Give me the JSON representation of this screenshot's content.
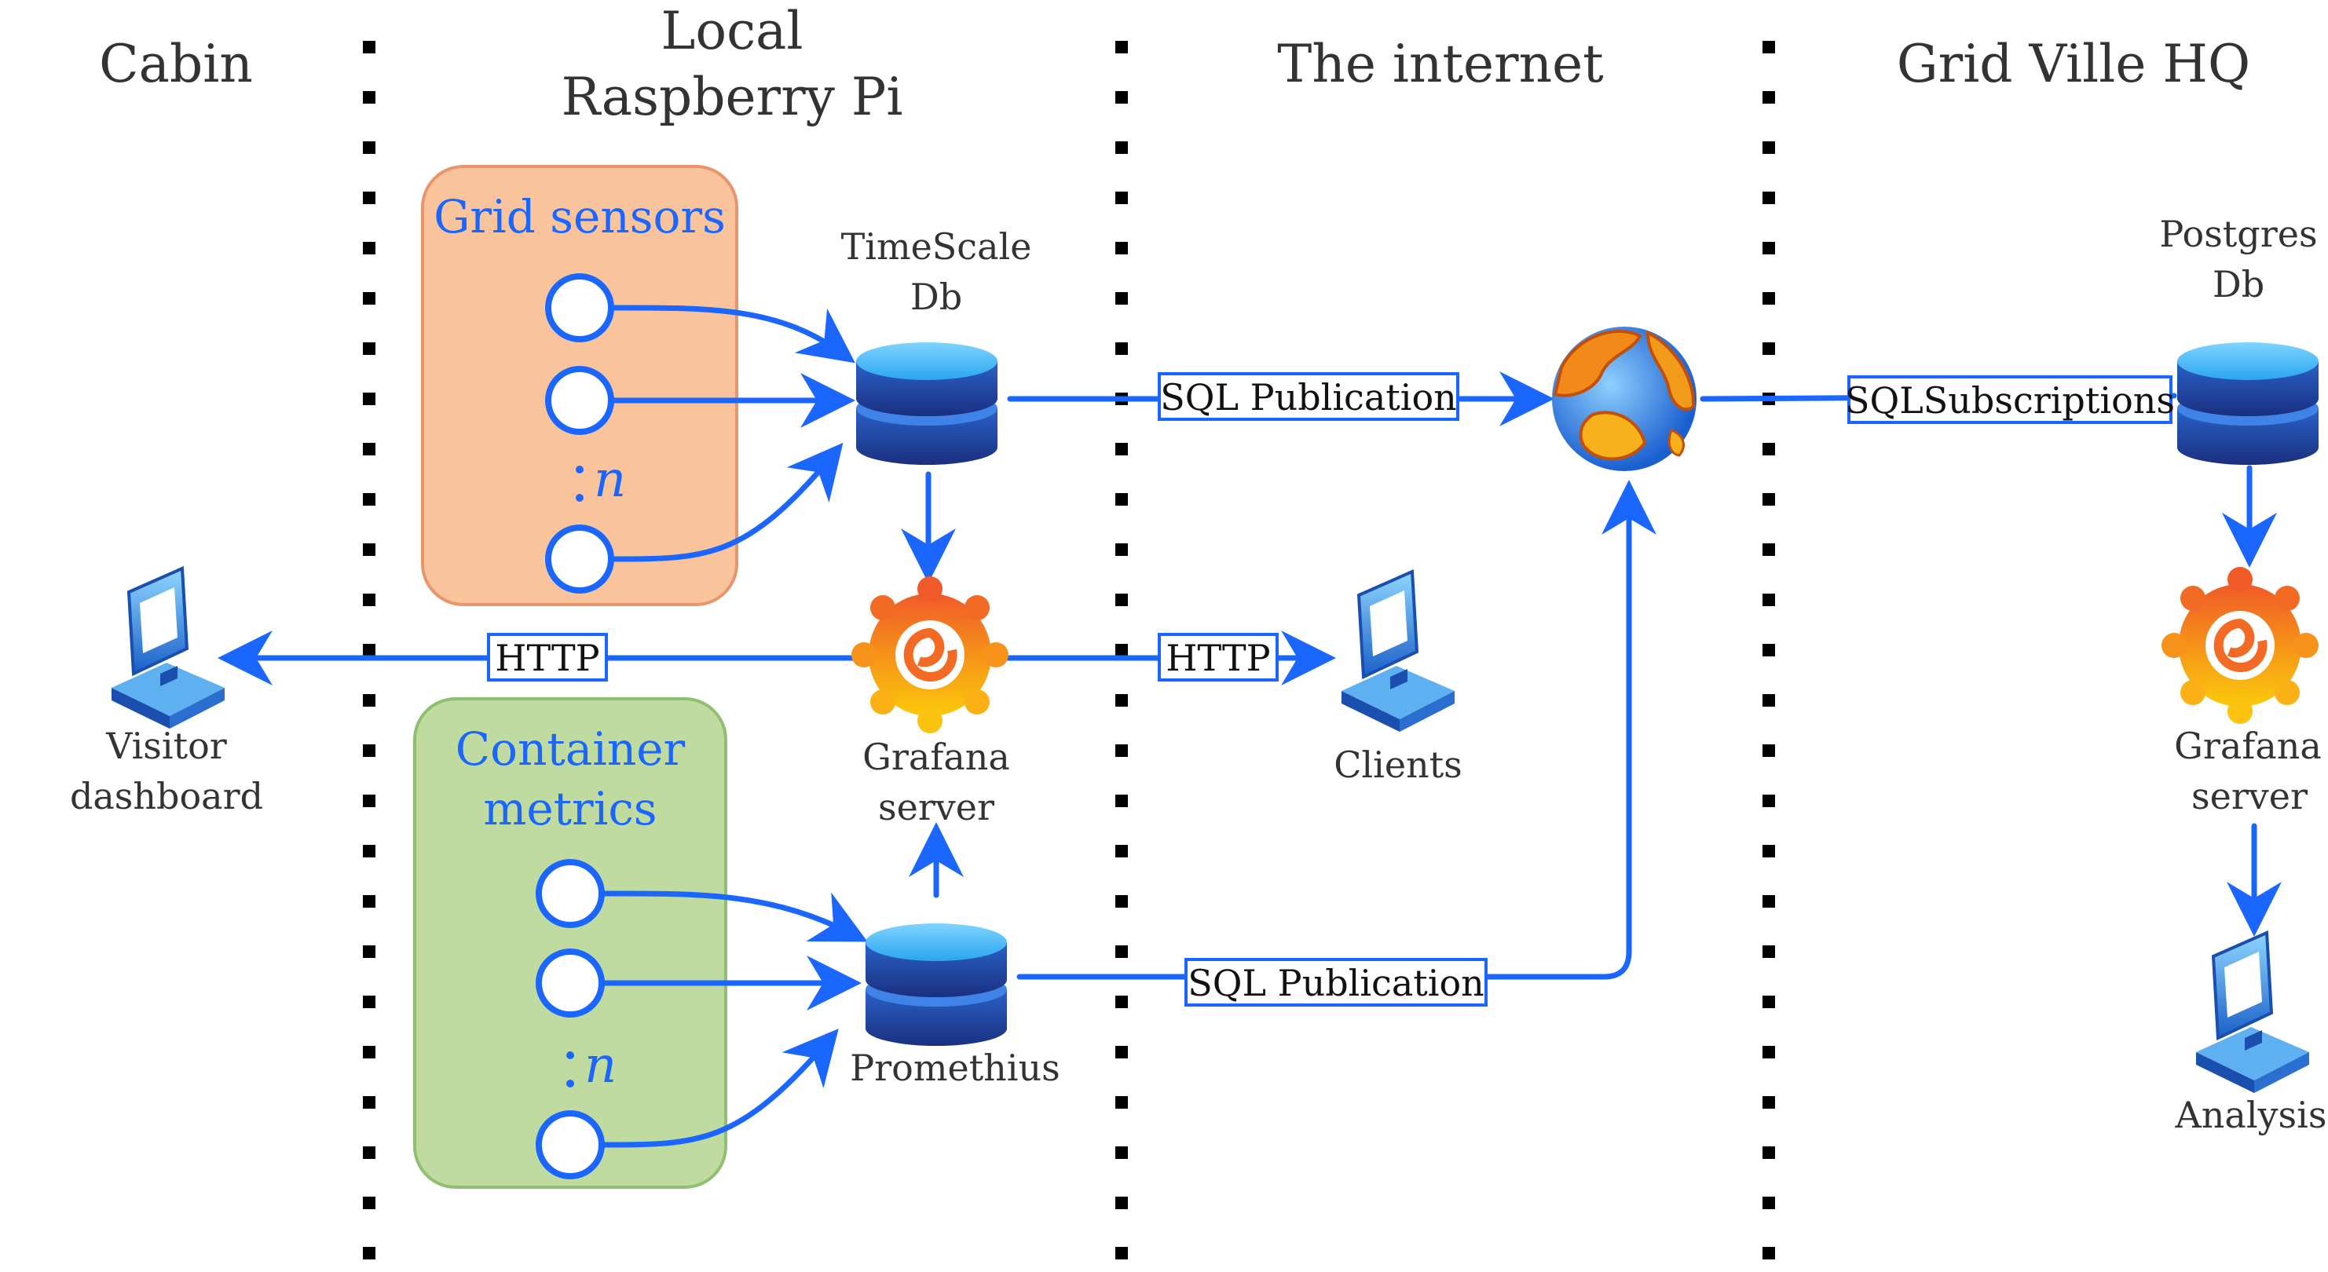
{
  "zones": {
    "cabin": "Cabin",
    "pi_line1": "Local",
    "pi_line2": "Raspberry Pi",
    "internet": "The internet",
    "hq": "Grid Ville HQ"
  },
  "groups": {
    "grid_sensors": "Grid sensors",
    "container_metrics_line1": "Container",
    "container_metrics_line2": "metrics",
    "n_symbol": "n"
  },
  "nodes": {
    "timescale_line1": "TimeScale",
    "timescale_line2": "Db",
    "grafana_pi_line1": "Grafana",
    "grafana_pi_line2": "server",
    "prometheus": "Promethius",
    "visitor_line1": "Visitor",
    "visitor_line2": "dashboard",
    "clients": "Clients",
    "postgres_line1": "Postgres",
    "postgres_line2": "Db",
    "grafana_hq_line1": "Grafana",
    "grafana_hq_line2": "server",
    "analysis": "Analysis"
  },
  "edges": {
    "sql_publication_top": "SQL Publication",
    "sql_publication_bottom": "SQL Publication",
    "http_left": "HTTP",
    "http_right": "HTTP",
    "sql_subscriptions": "SQLSubscriptions"
  },
  "colors": {
    "arrow": "#1a66ff",
    "grid_sensors_fill": "#f9c49c",
    "grid_sensors_stroke": "#e8956c",
    "container_fill": "#c0dba0",
    "container_stroke": "#8fbf70"
  }
}
